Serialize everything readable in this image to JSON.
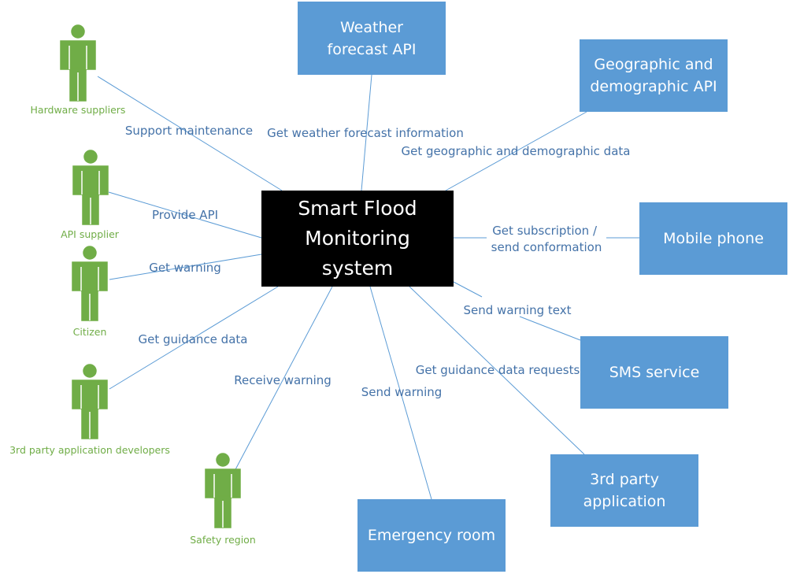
{
  "central": {
    "title": "Smart Flood Monitoring system"
  },
  "systems": [
    {
      "id": "weather",
      "label": "Weather forecast API"
    },
    {
      "id": "geo",
      "label": "Geographic and demographic API"
    },
    {
      "id": "mobile",
      "label": "Mobile phone"
    },
    {
      "id": "sms",
      "label": "SMS service"
    },
    {
      "id": "third-app",
      "label": "3rd party application"
    },
    {
      "id": "emergency",
      "label": "Emergency room"
    }
  ],
  "actors": [
    {
      "id": "hardware",
      "label": "Hardware suppliers"
    },
    {
      "id": "api",
      "label": "API supplier"
    },
    {
      "id": "citizen",
      "label": "Citizen"
    },
    {
      "id": "devs",
      "label": "3rd party application developers"
    },
    {
      "id": "safety",
      "label": "Safety region"
    }
  ],
  "connections": [
    {
      "id": "weather",
      "label": "Get weather forecast information"
    },
    {
      "id": "geo",
      "label": "Get geographic and demographic data"
    },
    {
      "id": "mobile",
      "label": "Get subscription / send conformation"
    },
    {
      "id": "sms",
      "label": "Send warning text"
    },
    {
      "id": "third-app",
      "label": "Get guidance data requests"
    },
    {
      "id": "emergency",
      "label": "Send warning"
    },
    {
      "id": "hardware",
      "label": "Support maintenance"
    },
    {
      "id": "api",
      "label": "Provide API"
    },
    {
      "id": "citizen",
      "label": "Get warning"
    },
    {
      "id": "devs",
      "label": "Get guidance data"
    },
    {
      "id": "safety",
      "label": "Receive warning"
    }
  ],
  "colors": {
    "system_box": "#5b9bd5",
    "actor": "#70ad47",
    "central_box": "#000000",
    "connector_line": "#5b9bd5",
    "connector_label": "#4472a8"
  }
}
